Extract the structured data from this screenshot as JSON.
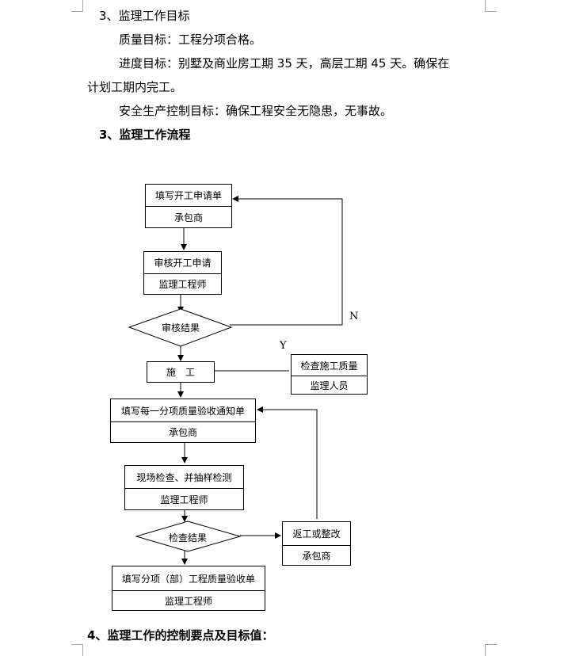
{
  "text": {
    "goal_heading": "3、监理工作目标",
    "quality": "质量目标：工程分项合格。",
    "progress_line1": "进度目标：别墅及商业房工期 35 天，高层工期 45 天。确保在",
    "progress_line2": "计划工期内完工。",
    "safety": "安全生产控制目标：确保工程安全无隐患，无事故。",
    "flow_heading": "3、监理工作流程",
    "section4_heading": "4、监理工作的控制要点及目标值："
  },
  "flow": {
    "box1": {
      "title": "填写开工申请单",
      "role": "承包商"
    },
    "box2": {
      "title": "审核开工申请",
      "role": "监理工程师"
    },
    "diamond1": "审核结果",
    "label_n": "N",
    "label_y": "Y",
    "box3": "施　工",
    "box_inspect": {
      "title": "检查施工质量",
      "role": "监理人员"
    },
    "box4": {
      "title": "填写每一分项质量验收通知单",
      "role": "承包商"
    },
    "box5": {
      "title": "现场检查、并抽样检测",
      "role": "监理工程师"
    },
    "diamond2": "检查结果",
    "box_rework": {
      "title": "返工或整改",
      "role": "承包商"
    },
    "box6": {
      "title": "填写分项（部）工程质量验收单",
      "role": "监理工程师"
    }
  }
}
